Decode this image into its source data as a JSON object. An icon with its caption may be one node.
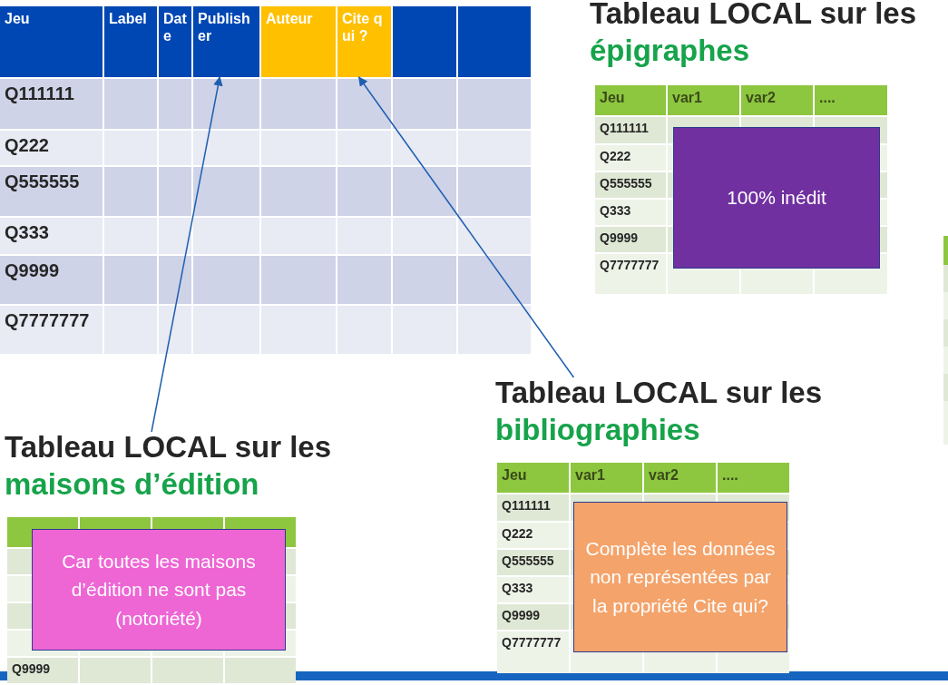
{
  "diagram": {
    "nodes": [
      {
        "text": [
          "Publisher"
        ]
      },
      {
        "text": [
          "Cite qui ?"
        ]
      },
      {
        "text": [
          "100% inédit"
        ]
      },
      {
        "text": [
          "Tableau LOCAL sur les",
          "bibliographies"
        ]
      },
      {
        "text": [
          "Complète les données non représentées par la propriété Cite qui?"
        ]
      },
      {
        "text": [
          "Tableau LOCAL sur les",
          "maisons d’édition"
        ]
      },
      {
        "text": [
          "Car toutes les maisons d’édition ne sont pas (notoriété)"
        ]
      }
    ],
    "edges": [
      {
        "from": 5,
        "to": 0,
        "arrow": "to"
      },
      {
        "from": 3,
        "to": 1,
        "arrow": "to"
      }
    ],
    "labels": [
      "Jeu",
      "Label",
      "Date",
      "Auteur",
      "Q111111",
      "Q222",
      "Q555555",
      "Q333",
      "Q9999",
      "Q7777777",
      "Tableau LOCAL sur les",
      "épigraphes",
      "Jeu",
      "var1",
      "var2",
      "....",
      "Q111111",
      "Q222",
      "Q555555",
      "Q333",
      "Q9999",
      "Q7777777",
      "Jeu",
      "var1",
      "var2",
      "....",
      "Q111111",
      "Q222",
      "Q555555",
      "Q333",
      "Q9999",
      "Q7777777",
      "Q9999"
    ]
  }
}
